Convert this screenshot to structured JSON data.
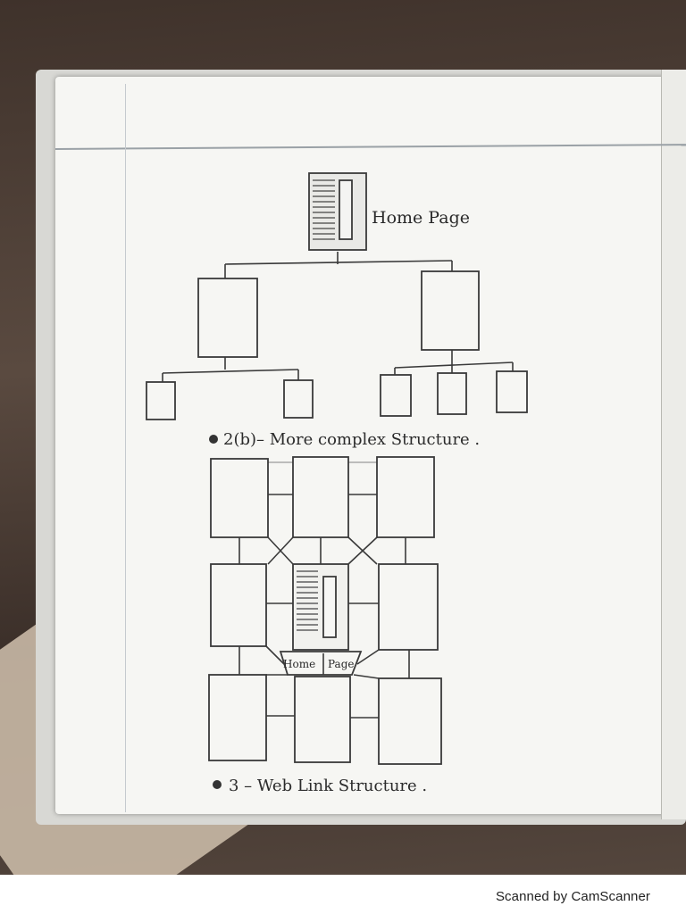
{
  "diagram_tree": {
    "root_label": "Home Page",
    "caption": "2(b)– More complex Structure ."
  },
  "diagram_web": {
    "center_label_left": "Home",
    "center_label_right": "Page",
    "caption": "3 – Web Link Structure ."
  },
  "footer": {
    "text": "Scanned by CamScanner"
  },
  "icons": [
    "home-page-document-icon",
    "numbered-bullet-icon"
  ]
}
